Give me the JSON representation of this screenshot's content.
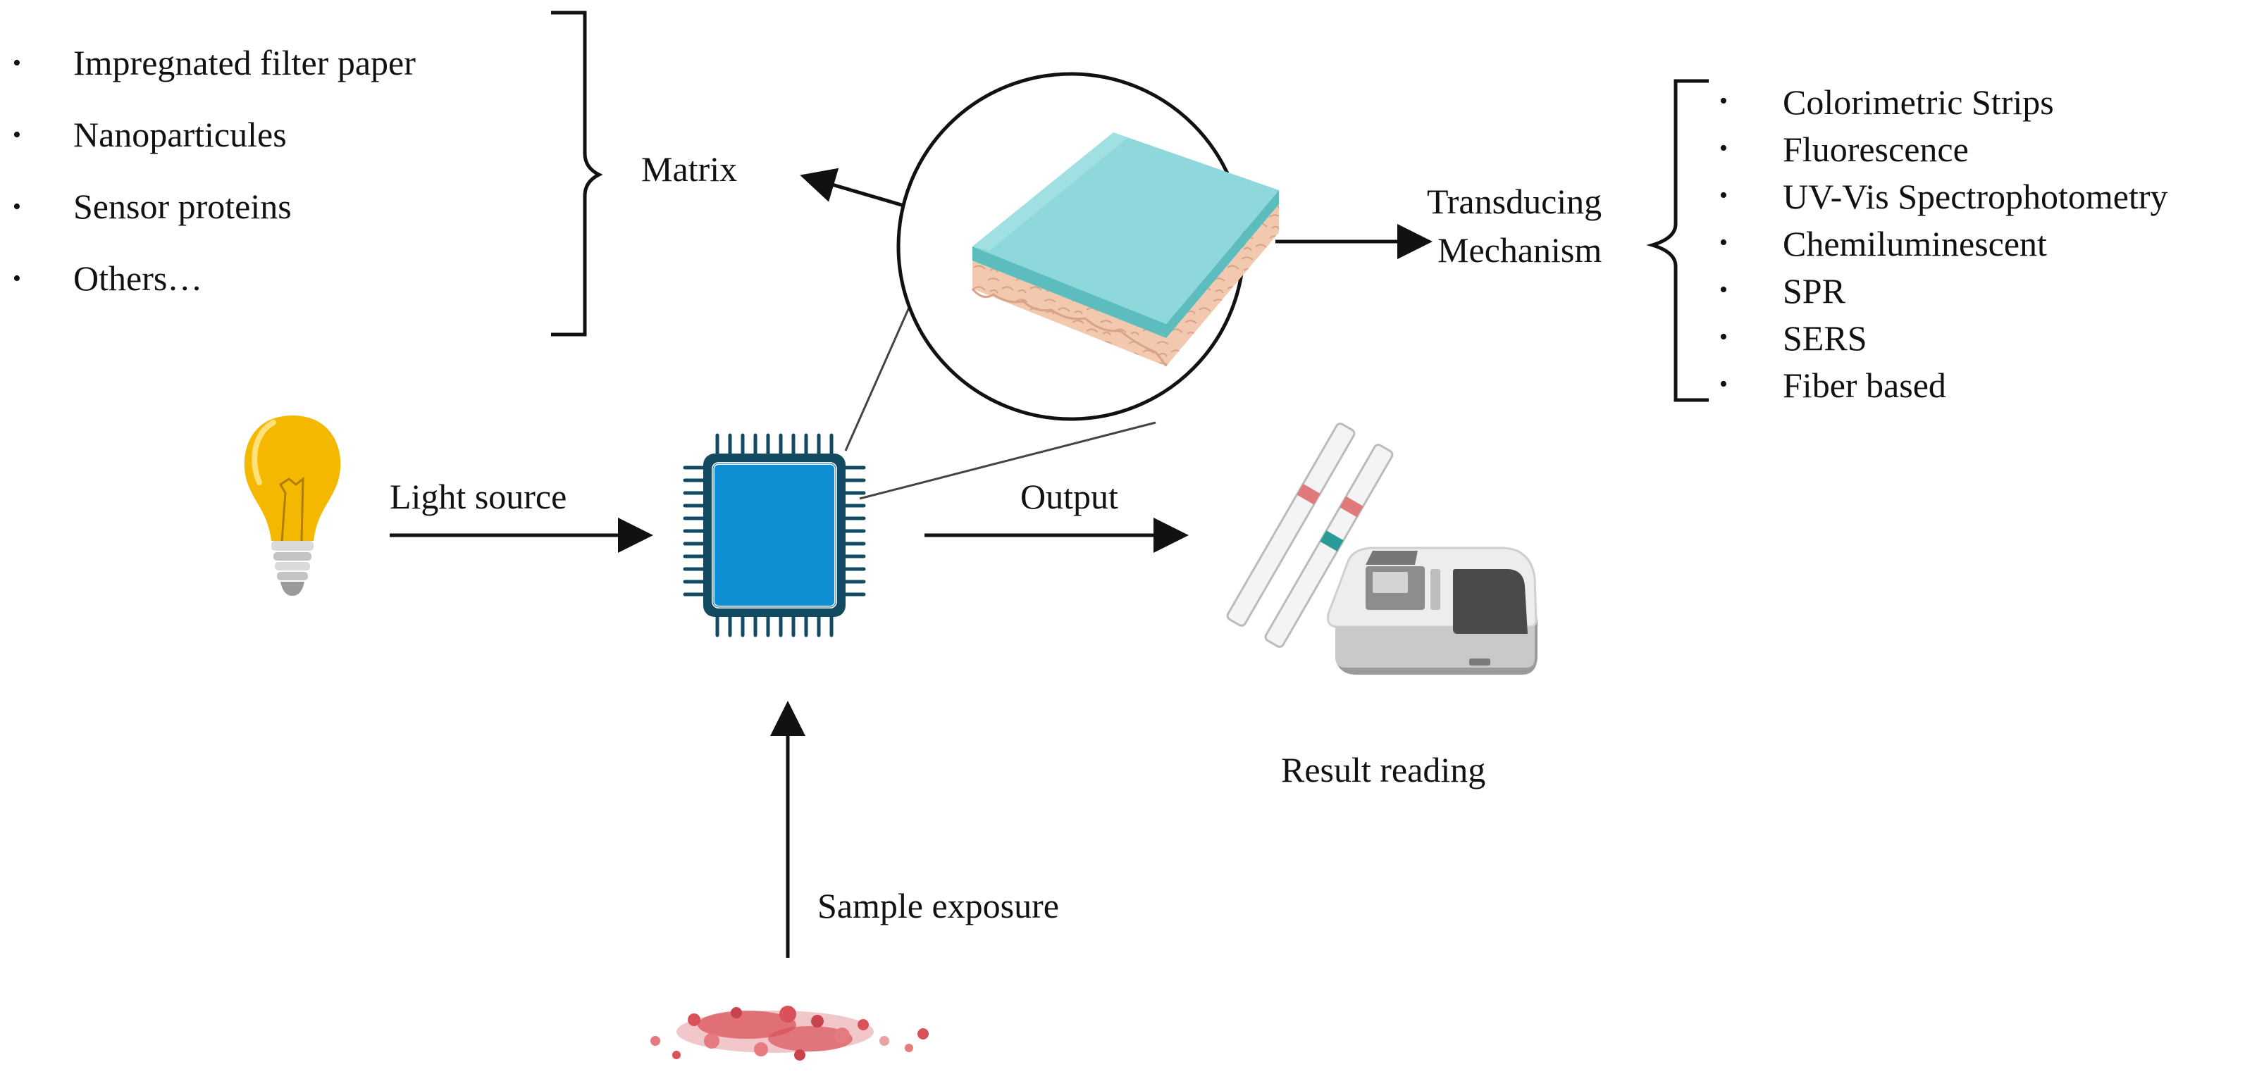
{
  "matrix": {
    "items": [
      "Impregnated filter paper",
      "Nanoparticules",
      "Sensor proteins",
      "Others…"
    ],
    "label": "Matrix"
  },
  "transducing": {
    "label_line1": "Transducing",
    "label_line2": "Mechanism",
    "items": [
      "Colorimetric Strips",
      "Fluorescence",
      "UV-Vis Spectrophotometry",
      "Chemiluminescent",
      "SPR",
      "SERS",
      "Fiber based"
    ]
  },
  "flow": {
    "light_source": "Light source",
    "output": "Output",
    "result_reading": "Result reading",
    "sample_exposure": "Sample exposure"
  },
  "bullet": "•",
  "icons": {
    "light": "light-bulb-icon",
    "sensor": "sensor-chip-icon",
    "matrix": "matrix-layer-icon",
    "strips": "test-strips-icon",
    "reader": "spectrophotometer-icon",
    "sample": "sample-spill-icon"
  },
  "colors": {
    "bulb": "#F5B800",
    "chip": "#0E8FD4",
    "chip_border": "#134A63",
    "layer_top": "#8ED8DB",
    "layer_base": "#F2C9AE",
    "sample": "#D9525A",
    "strip_red": "#E07A7A",
    "strip_teal": "#2A9A96"
  }
}
